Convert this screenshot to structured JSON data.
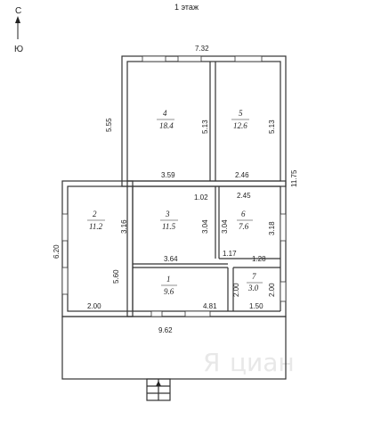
{
  "header": {
    "title": "1 этаж"
  },
  "compass": {
    "north": "С",
    "south": "Ю"
  },
  "rooms": [
    {
      "number": "4",
      "area": "18.4"
    },
    {
      "number": "5",
      "area": "12.6"
    },
    {
      "number": "2",
      "area": "11.2"
    },
    {
      "number": "3",
      "area": "11.5"
    },
    {
      "number": "6",
      "area": "7.6"
    },
    {
      "number": "1",
      "area": "9.6"
    },
    {
      "number": "7",
      "area": "3.0"
    }
  ],
  "dimensions": {
    "top_width": "7.32",
    "left_upper": "5.55",
    "right_total": "11.75",
    "room4_height": "5.13",
    "room5_height": "5.13",
    "room4_bottom": "3.59",
    "room5_bottom": "2.46",
    "hall_top": "1.02",
    "room6_top": "2.45",
    "room2_height_upper": "3.16",
    "room3_height_a": "3.04",
    "room3_height_b": "3.04",
    "room6_height": "3.18",
    "left_lower": "6.20",
    "room3_bottom": "3.64",
    "corr_a": "1.17",
    "corr_b": "1.28",
    "room2_height_lower": "5.60",
    "room7_height_a": "2.00",
    "room7_height_b": "2.00",
    "room2_bottom": "2.00",
    "room1_bottom": "4.81",
    "room7_bottom": "1.50",
    "bottom_width": "9.62"
  },
  "watermark": "циан"
}
